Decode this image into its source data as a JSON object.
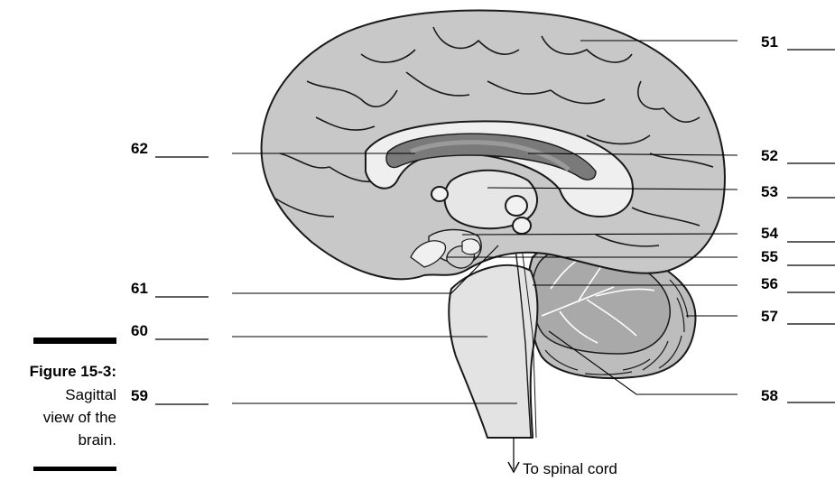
{
  "figure": {
    "number": "Figure 15-3:",
    "caption_lines": [
      "Sagittal",
      "view of the",
      "brain."
    ]
  },
  "labels": [
    {
      "num": "51"
    },
    {
      "num": "52"
    },
    {
      "num": "53"
    },
    {
      "num": "54"
    },
    {
      "num": "55"
    },
    {
      "num": "56"
    },
    {
      "num": "57"
    },
    {
      "num": "58"
    },
    {
      "num": "59"
    },
    {
      "num": "60"
    },
    {
      "num": "61"
    },
    {
      "num": "62"
    }
  ],
  "annotations": {
    "spinal": "To spinal cord"
  },
  "colors": {
    "cerebrum": "#c8c8c8",
    "outline": "#1a1a1a",
    "corpus_callosum": "#efefef",
    "ventricle": "#7a7a7a",
    "brainstem": "#e3e3e3",
    "cerebellum": "#bdbdbd"
  }
}
